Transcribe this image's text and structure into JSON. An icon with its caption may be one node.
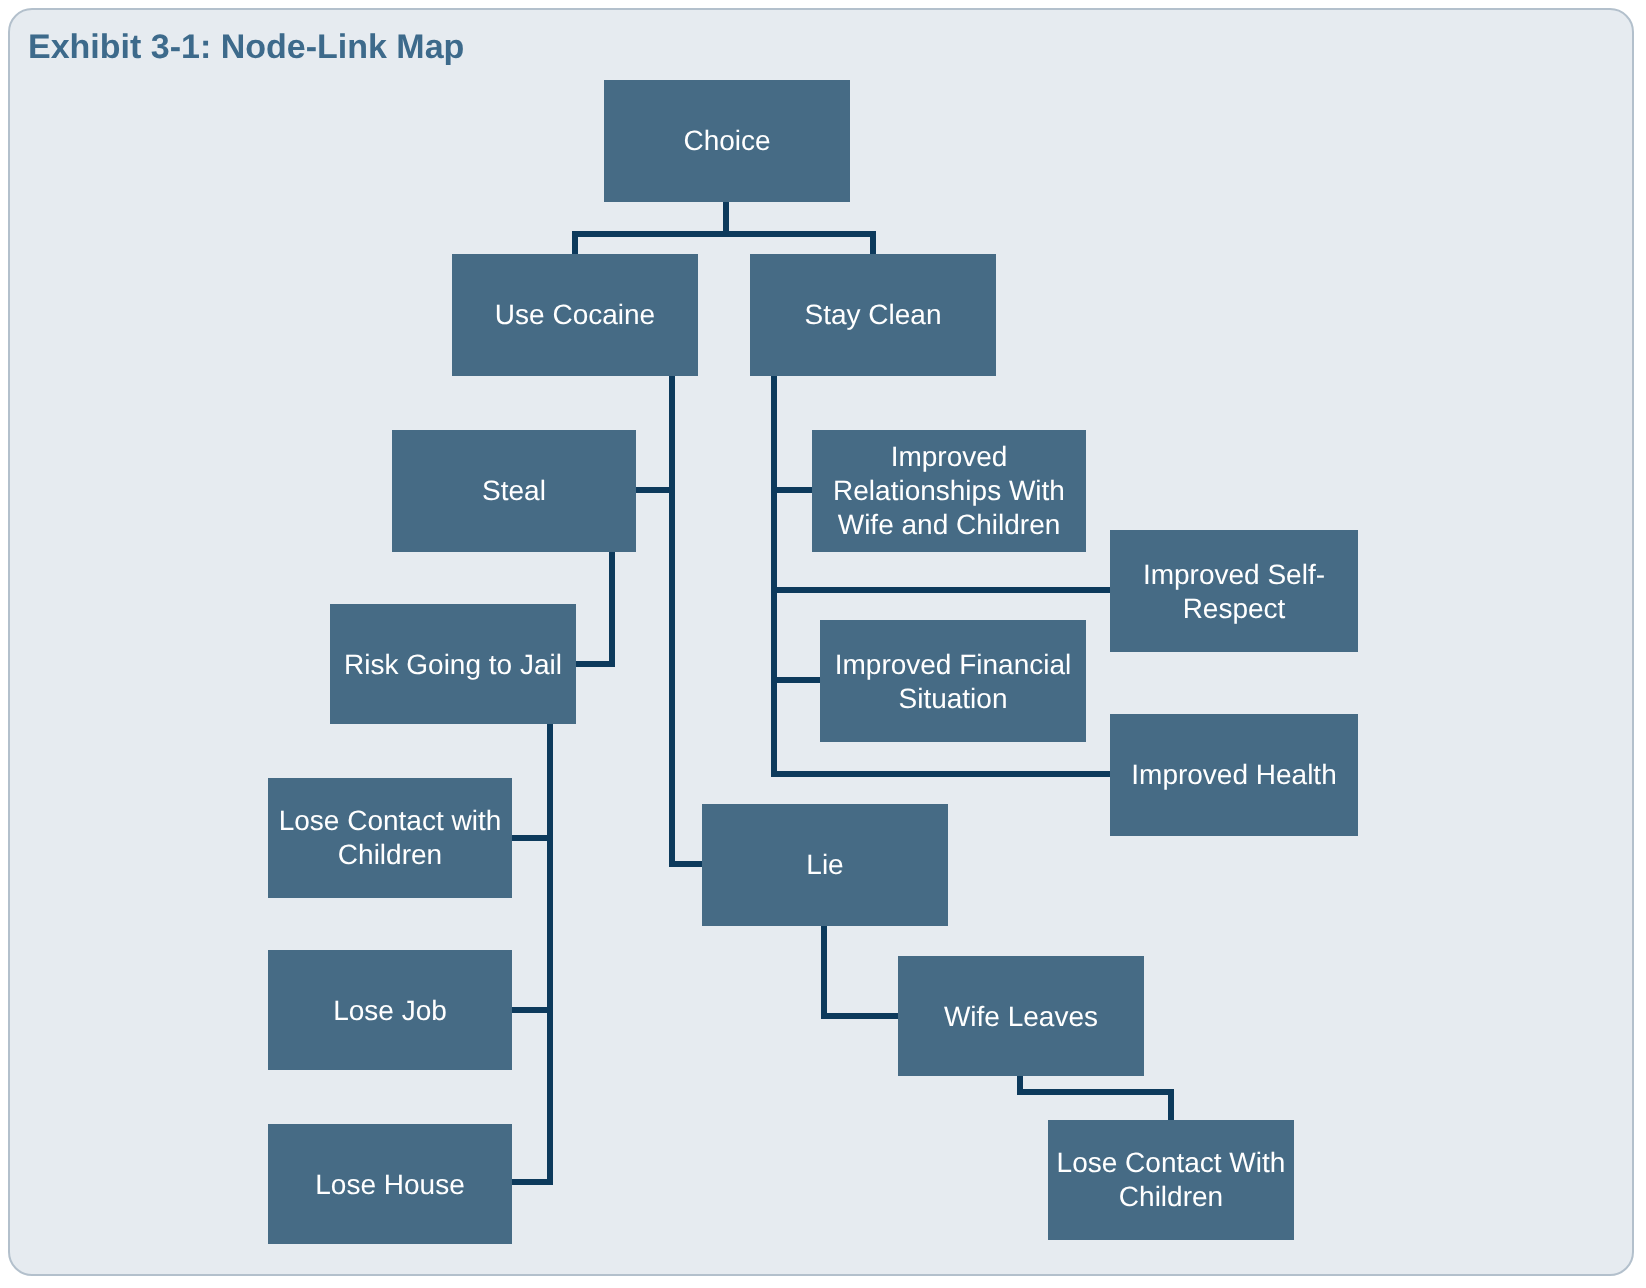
{
  "diagram": {
    "title": "Exhibit 3-1: Node-Link Map",
    "nodes": [
      {
        "text": [
          "Choice"
        ]
      },
      {
        "text": [
          "Use Cocaine"
        ]
      },
      {
        "text": [
          "Stay Clean"
        ]
      },
      {
        "text": [
          "Steal"
        ]
      },
      {
        "text": [
          "Improved Relationships With Wife and Children"
        ]
      },
      {
        "text": [
          "Risk Going to Jail"
        ]
      },
      {
        "text": [
          "Improved Self-Respect"
        ]
      },
      {
        "text": [
          "Improved Financial Situation"
        ]
      },
      {
        "text": [
          "Improved Health"
        ]
      },
      {
        "text": [
          "Lose Contact with Children"
        ]
      },
      {
        "text": [
          "Lie"
        ]
      },
      {
        "text": [
          "Lose Job"
        ]
      },
      {
        "text": [
          "Wife Leaves"
        ]
      },
      {
        "text": [
          "Lose House"
        ]
      },
      {
        "text": [
          "Lose Contact With Children"
        ]
      }
    ],
    "edges": [
      {
        "from": 0,
        "to": 1,
        "arrow": "none"
      },
      {
        "from": 0,
        "to": 2,
        "arrow": "none"
      },
      {
        "from": 1,
        "to": 3,
        "arrow": "none"
      },
      {
        "from": 1,
        "to": 10,
        "arrow": "none"
      },
      {
        "from": 2,
        "to": 4,
        "arrow": "none"
      },
      {
        "from": 2,
        "to": 6,
        "arrow": "none"
      },
      {
        "from": 2,
        "to": 7,
        "arrow": "none"
      },
      {
        "from": 2,
        "to": 8,
        "arrow": "none"
      },
      {
        "from": 3,
        "to": 5,
        "arrow": "none"
      },
      {
        "from": 5,
        "to": 9,
        "arrow": "none"
      },
      {
        "from": 5,
        "to": 11,
        "arrow": "none"
      },
      {
        "from": 5,
        "to": 13,
        "arrow": "none"
      },
      {
        "from": 10,
        "to": 12,
        "arrow": "none"
      },
      {
        "from": 12,
        "to": 14,
        "arrow": "none"
      }
    ]
  }
}
